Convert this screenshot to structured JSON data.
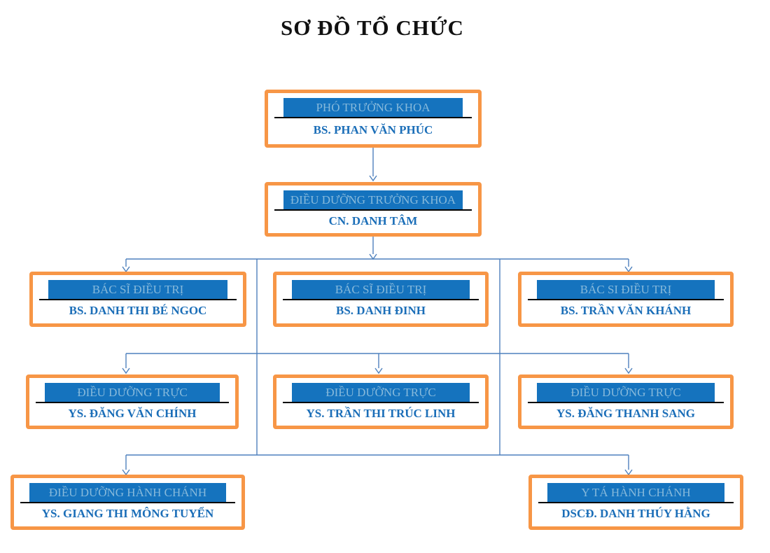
{
  "title": "SƠ ĐỒ TỔ CHỨC",
  "colors": {
    "border_orange": "#F79646",
    "bar_blue": "#1573BE",
    "bar_text": "#86B9DB",
    "name_blue": "#1B6EB8",
    "connector_blue": "#4F81BD",
    "underline_black": "#000000"
  },
  "nodes": [
    {
      "role": "PHÓ TRƯỞNG KHOA",
      "name": "BS. PHAN VĂN PHÚC"
    },
    {
      "role": "ĐIỀU DƯỠNG TRƯỞNG KHOA",
      "name": "CN. DANH TÂM"
    },
    {
      "role": "BÁC SĨ ĐIỀU TRỊ",
      "name": "BS. DANH THI BÉ NGOC"
    },
    {
      "role": "BÁC SĨ ĐIỀU TRỊ",
      "name": "BS. DANH ĐINH"
    },
    {
      "role": "BÁC SI ĐIỀU TRỊ",
      "name": "BS. TRẦN VĂN KHÁNH"
    },
    {
      "role": "ĐIỀU DƯỠNG TRỰC",
      "name": "YS. ĐĂNG VĂN CHÍNH"
    },
    {
      "role": "ĐIỀU DƯỠNG TRỰC",
      "name": "YS. TRẦN THI TRÚC LINH"
    },
    {
      "role": "ĐIỀU DƯỠNG TRỰC",
      "name": "YS. ĐĂNG THANH SANG"
    },
    {
      "role": "ĐIỀU DƯỠNG HÀNH CHÁNH",
      "name": "YS. GIANG THI MÔNG TUYỂN"
    },
    {
      "role": "Y TÁ HÀNH CHÁNH",
      "name": "DSCĐ. DANH THÚY HẰNG"
    }
  ]
}
